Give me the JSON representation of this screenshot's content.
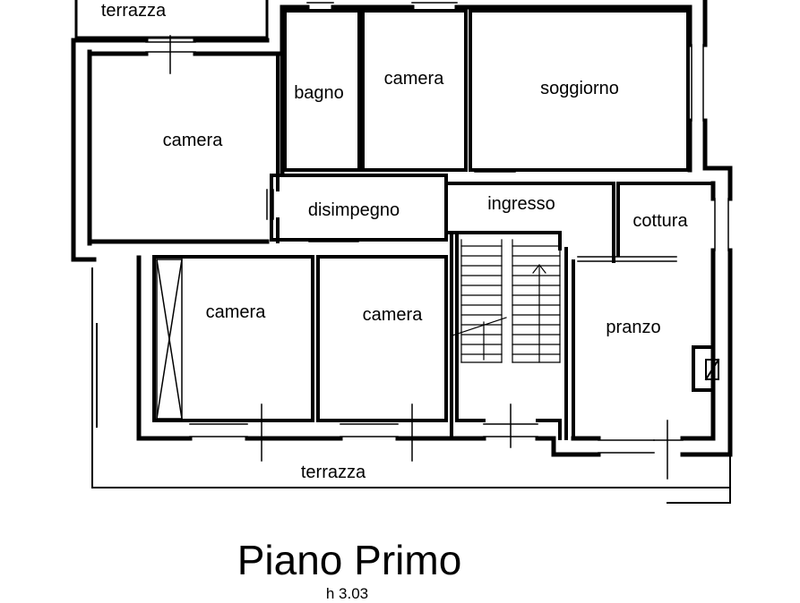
{
  "plan": {
    "rooms": {
      "terrazza_top": "terrazza",
      "camera_nw": "camera",
      "bagno": "bagno",
      "camera_n": "camera",
      "soggiorno": "soggiorno",
      "disimpegno": "disimpegno",
      "ingresso": "ingresso",
      "cottura": "cottura",
      "camera_sw": "camera",
      "camera_s": "camera",
      "pranzo": "pranzo",
      "terrazza_bottom": "terrazza"
    },
    "title": "Piano Primo",
    "height_note": "h 3.03"
  }
}
